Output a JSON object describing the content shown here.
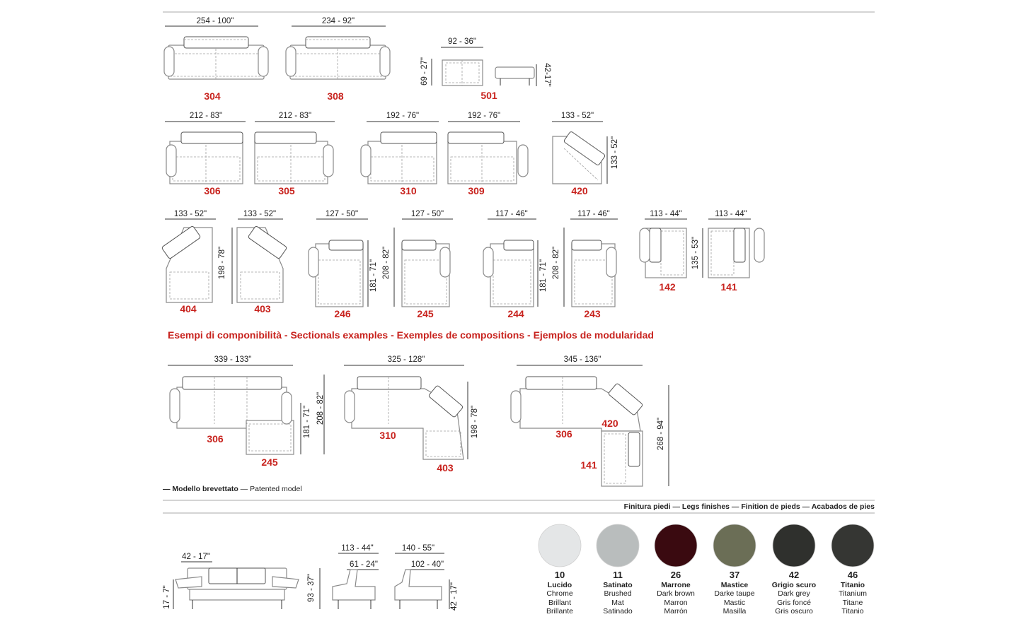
{
  "modules_row1": [
    {
      "code": "304",
      "width": "254 - 100\""
    },
    {
      "code": "308",
      "width": "234 - 92\""
    },
    {
      "code": "501",
      "width": "92 - 36\"",
      "depth": "69 - 27\"",
      "height": "42-17\""
    }
  ],
  "modules_row2": [
    {
      "code": "306",
      "width": "212 - 83\""
    },
    {
      "code": "305",
      "width": "212 - 83\""
    },
    {
      "code": "310",
      "width": "192 - 76\""
    },
    {
      "code": "309",
      "width": "192 - 76\""
    },
    {
      "code": "420",
      "width": "133 - 52\"",
      "depth": "133 - 52\""
    }
  ],
  "modules_row3": [
    {
      "code": "404",
      "width": "133 - 52\""
    },
    {
      "code": "403",
      "width": "133 - 52\"",
      "depth": "198 - 78\""
    },
    {
      "code": "246",
      "width": "127 - 50\"",
      "depth": "181 - 71\""
    },
    {
      "code": "245",
      "width": "127 - 50\"",
      "depth": "208 - 82\""
    },
    {
      "code": "244",
      "width": "117 - 46\"",
      "depth": "181 - 71\""
    },
    {
      "code": "243",
      "width": "117 - 46\"",
      "depth": "208 - 82\""
    },
    {
      "code": "142",
      "width": "113 - 44\"",
      "depth": "135 - 53\""
    },
    {
      "code": "141",
      "width": "113 - 44\""
    }
  ],
  "examples_heading": "Esempi di componibilità  -  Sectionals examples - Exemples de compositions - Ejemplos de modularidad",
  "examples": [
    {
      "width": "339 - 133\"",
      "depth_a": "181 - 71\"",
      "depth_b": "208 - 82\"",
      "codes": [
        "306",
        "245"
      ]
    },
    {
      "width": "325 - 128\"",
      "depth_a": "198 - 78\"",
      "codes": [
        "310",
        "403"
      ]
    },
    {
      "width": "345 - 136\"",
      "depth_a": "268 - 94\"",
      "codes": [
        "306",
        "420",
        "141"
      ]
    }
  ],
  "patent_note": {
    "bold": "— Modello brevettato",
    "regular": " — Patented model"
  },
  "finishes_title": "Finitura piedi — Legs finishes — Finition de pieds — Acabados de pies",
  "finishes": [
    {
      "code": "10",
      "name": "Lucido",
      "l1": "Chrome",
      "l2": "Brillant",
      "l3": "Brillante",
      "color": "#e4e6e7"
    },
    {
      "code": "11",
      "name": "Satinato",
      "l1": "Brushed",
      "l2": "Mat",
      "l3": "Satinado",
      "color": "#b9bdbd"
    },
    {
      "code": "26",
      "name": "Marrone",
      "l1": "Dark brown",
      "l2": "Marron",
      "l3": "Marrón",
      "color": "#3a0a10"
    },
    {
      "code": "37",
      "name": "Mastice",
      "l1": "Darke taupe",
      "l2": "Mastic",
      "l3": "Masilla",
      "color": "#6b6e56"
    },
    {
      "code": "42",
      "name": "Grigio scuro",
      "l1": "Dark grey",
      "l2": "Gris foncé",
      "l3": "Gris oscuro",
      "color": "#2f302d"
    },
    {
      "code": "46",
      "name": "Titanio",
      "l1": "Titanium",
      "l2": "Titane",
      "l3": "Titanio",
      "color": "#353633"
    }
  ],
  "side_dims": {
    "seat_height": "42 - 17\"",
    "arm_height": "17 - 7\"",
    "total_height": "93 - 37\"",
    "depth_a": "113 - 44\"",
    "seat_depth_a": "61 - 24\"",
    "depth_b": "140 - 55\"",
    "seat_depth_b": "102 - 40\"",
    "leg_height": "42 - 17\""
  }
}
